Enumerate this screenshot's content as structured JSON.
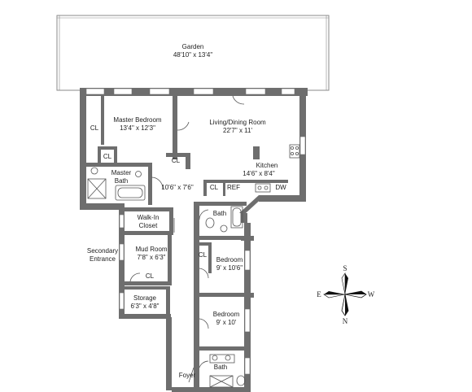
{
  "rooms": {
    "garden": {
      "name": "Garden",
      "size": "48'10\" x 13'4\""
    },
    "master_bedroom": {
      "name": "Master Bedroom",
      "size": "13'4\" x 12'3\""
    },
    "living_dining": {
      "name": "Living/Dining Room",
      "size": "22'7\" x 11'"
    },
    "kitchen": {
      "name": "Kitchen",
      "size": "14'6\" x 8'4\""
    },
    "master_bath": {
      "line1": "Master",
      "line2": "Bath"
    },
    "hall": {
      "size": "10'6\" x 7'6\""
    },
    "walk_in_closet": {
      "line1": "Walk-In",
      "line2": "Closet"
    },
    "mud_room": {
      "name": "Mud Room",
      "size": "7'8\" x 6'3\""
    },
    "storage": {
      "name": "Storage",
      "size": "6'3\" x 4'8\""
    },
    "bedroom_1": {
      "name": "Bedroom",
      "size": "9' x 10'6\""
    },
    "bedroom_2": {
      "name": "Bedroom",
      "size": "9' x 10'"
    },
    "bath_1": {
      "name": "Bath"
    },
    "bath_2": {
      "name": "Bath"
    },
    "foyer": {
      "name": "Foyer"
    },
    "secondary_entrance": {
      "line1": "Secondary",
      "line2": "Entrance"
    }
  },
  "closets": {
    "cl_master": "CL",
    "cl_master_small": "CL",
    "cl_living": "CL",
    "cl_hall": "CL",
    "cl_mudroom": "CL",
    "cl_bedroom": "CL"
  },
  "appliances": {
    "ref": "REF",
    "dw": "DW"
  },
  "compass": {
    "north": "N",
    "south": "S",
    "east": "E",
    "west": "W"
  }
}
